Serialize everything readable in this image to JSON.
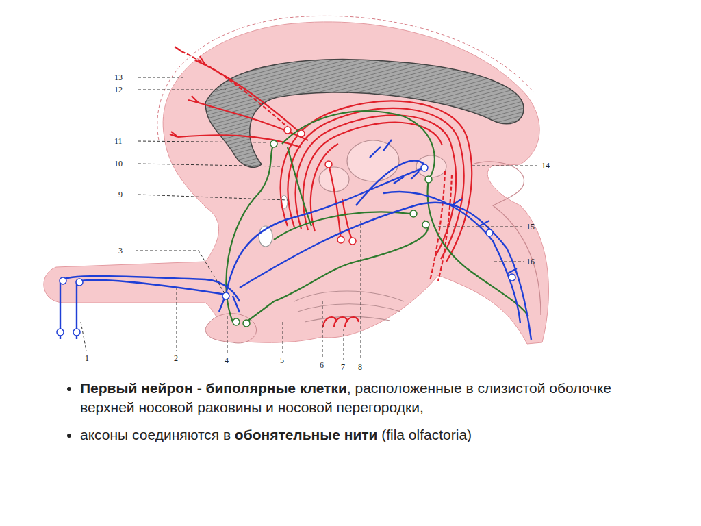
{
  "diagram": {
    "labels": [
      "13",
      "12",
      "11",
      "10",
      "9",
      "3",
      "14",
      "15",
      "16",
      "1",
      "2",
      "4",
      "5",
      "6",
      "7",
      "8",
      "Первый нейрон - биполярные клетки",
      ", расположенные в слизистой оболочке верхней носовой раковины и носовой перегородки,",
      "аксоны соединяются в",
      "обонятельные нити",
      "(fila olfactoria)"
    ]
  }
}
